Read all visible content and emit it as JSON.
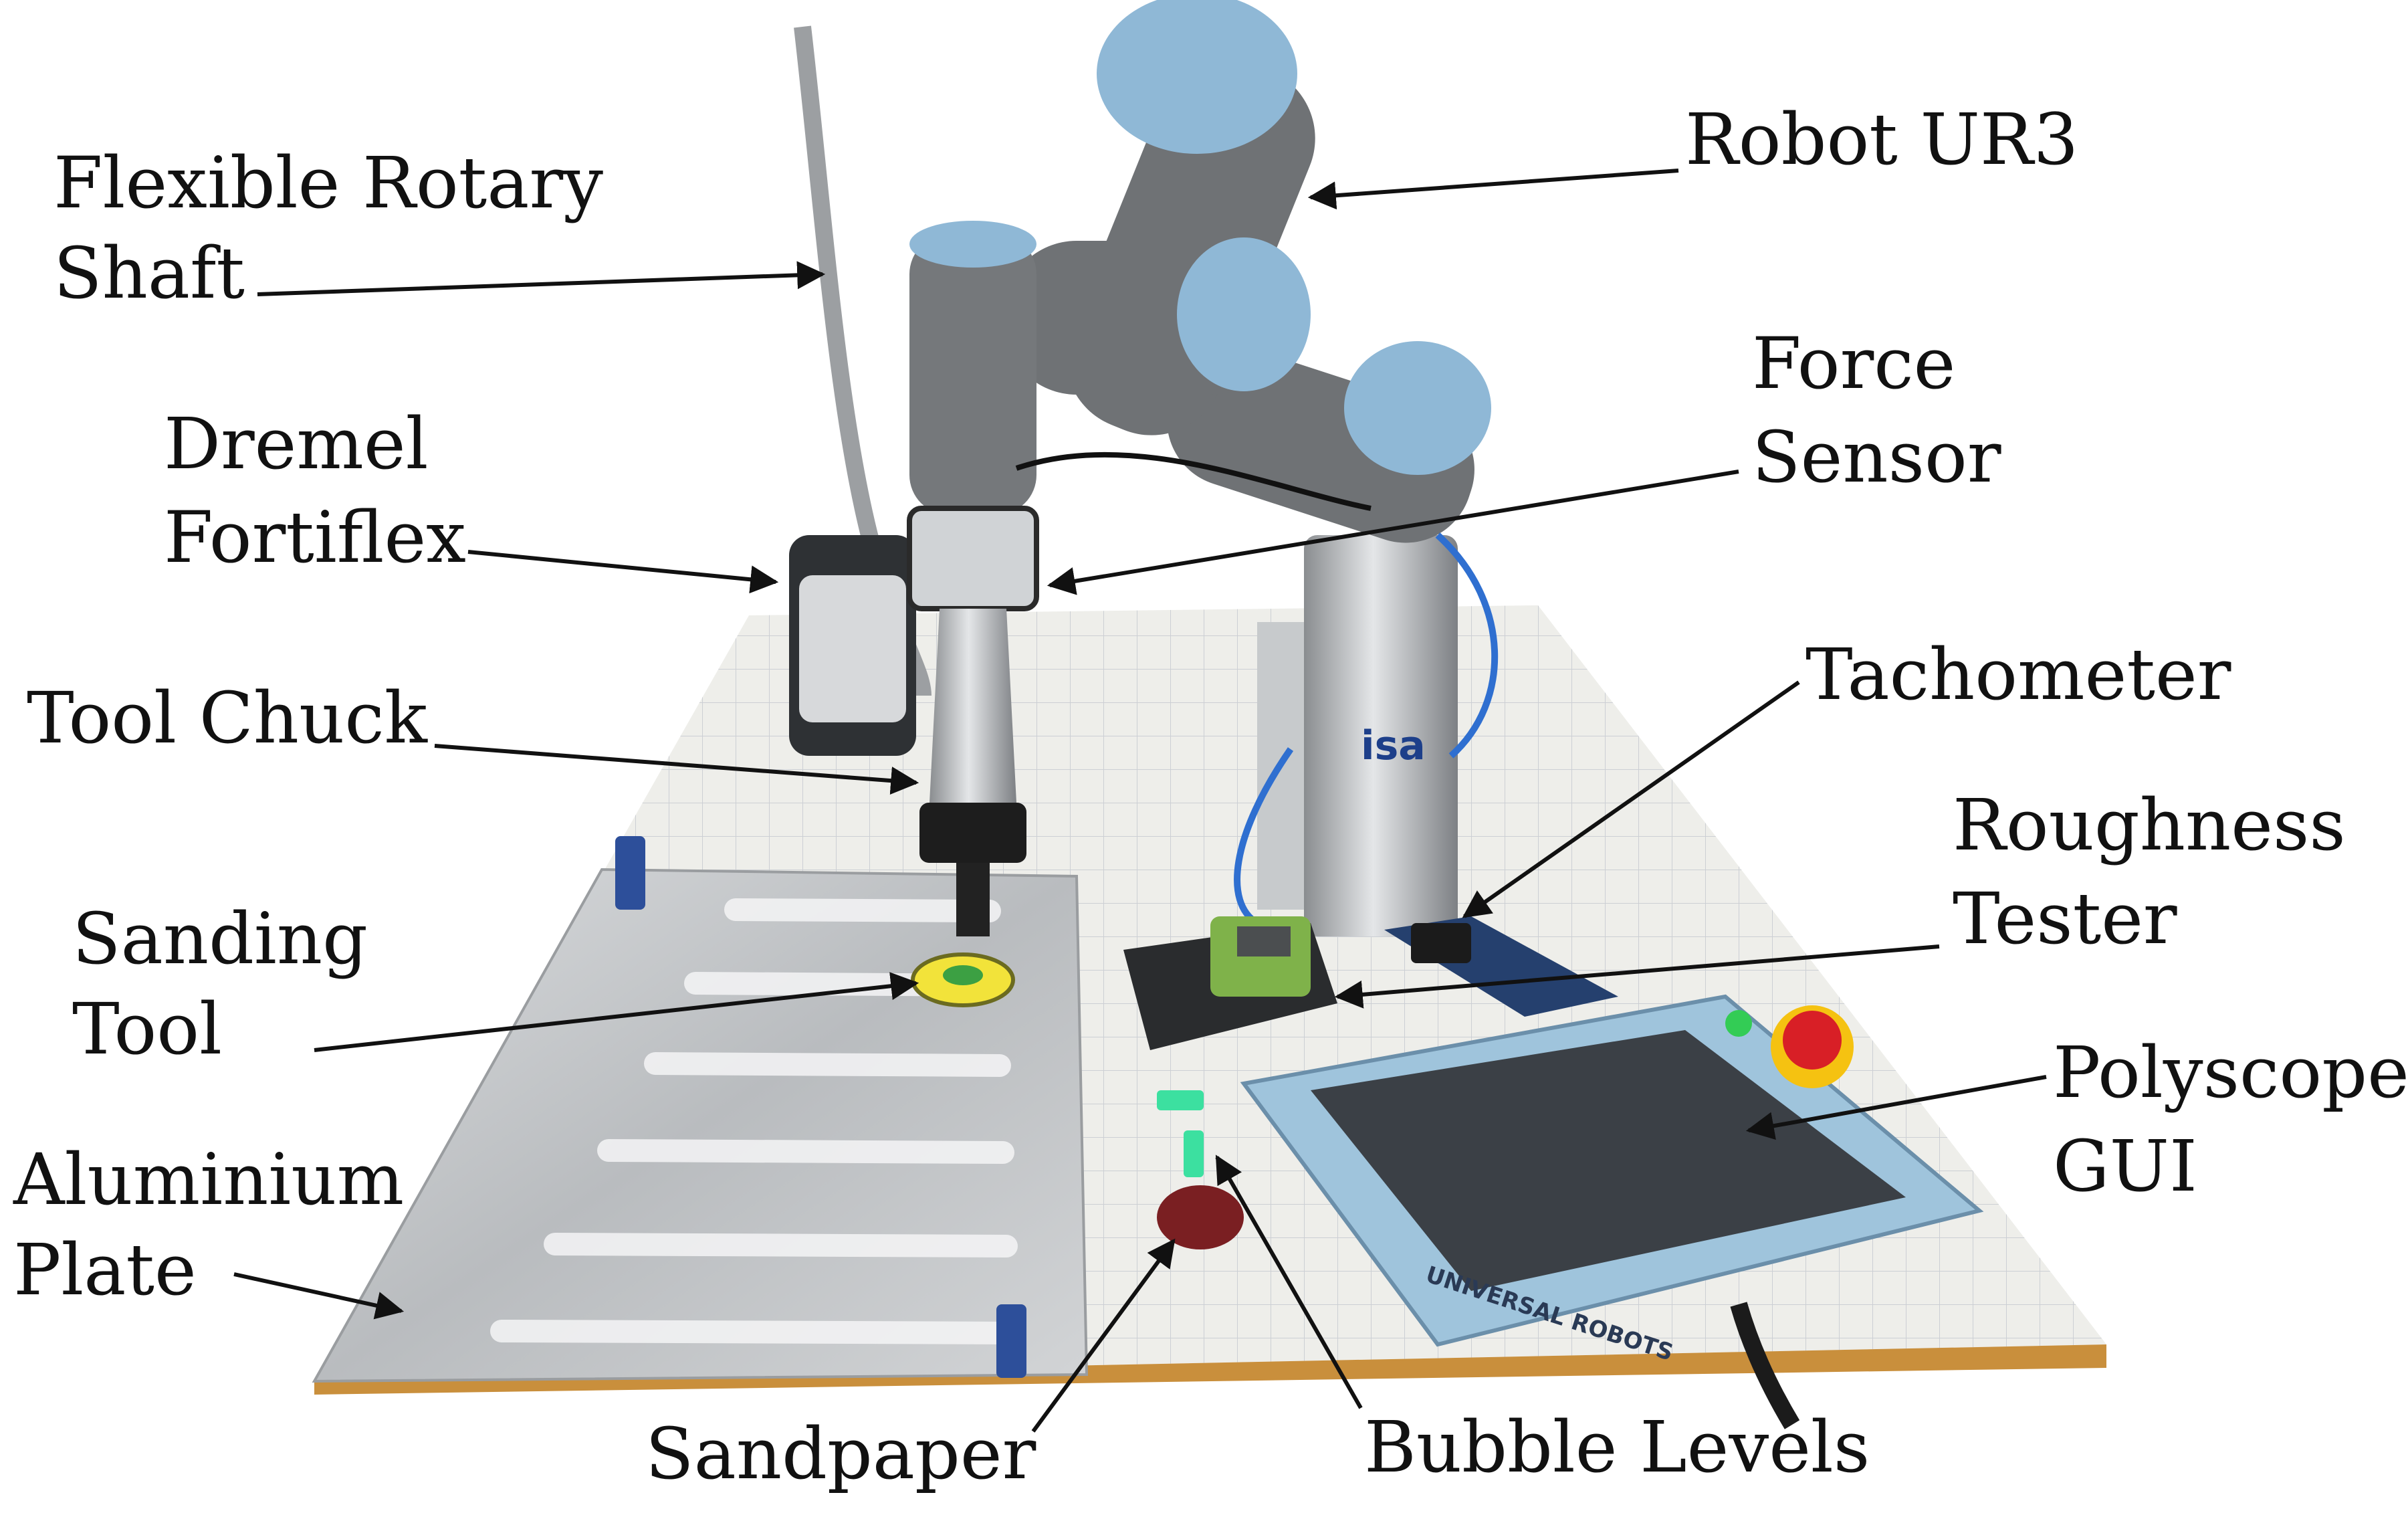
{
  "labels": {
    "flexible_rotary_shaft": [
      "Flexible Rotary",
      "Shaft"
    ],
    "robot_ur3": [
      "Robot UR3"
    ],
    "dremel_fortiflex": [
      "Dremel",
      "Fortiflex"
    ],
    "force_sensor": [
      "Force",
      "Sensor"
    ],
    "tool_chuck": [
      "Tool Chuck"
    ],
    "tachometer": [
      "Tachometer"
    ],
    "roughness_tester": [
      "Roughness",
      "Tester"
    ],
    "sanding_tool": [
      "Sanding",
      "Tool"
    ],
    "polyscope_gui": [
      "Polyscope",
      "GUI"
    ],
    "aluminium_plate": [
      "Aluminium",
      "Plate"
    ],
    "sandpaper": [
      "Sandpaper"
    ],
    "bubble_levels": [
      "Bubble Levels"
    ]
  },
  "photo_text": {
    "sensor_brand": "isa",
    "teach_pendant_brand": "UNIVERSAL ROBOTS"
  },
  "colors": {
    "robot_accent": "#8fb8d6",
    "robot_body": "#6f7275",
    "table_top": "#eeeeea",
    "grid_line": "#c8ccd2",
    "table_edge": "#c98f3c",
    "aluminium": "#c9cbcd",
    "sandpaper": "#7a1f22",
    "sanding_pad": "#f2e33a",
    "bubble_level": "#3ce0a0",
    "estop_red": "#d81f26",
    "estop_yellow": "#f5c211",
    "pendant_frame": "#9fc4dc",
    "pendant_screen": "#3b4046",
    "power_green": "#33cc55"
  }
}
